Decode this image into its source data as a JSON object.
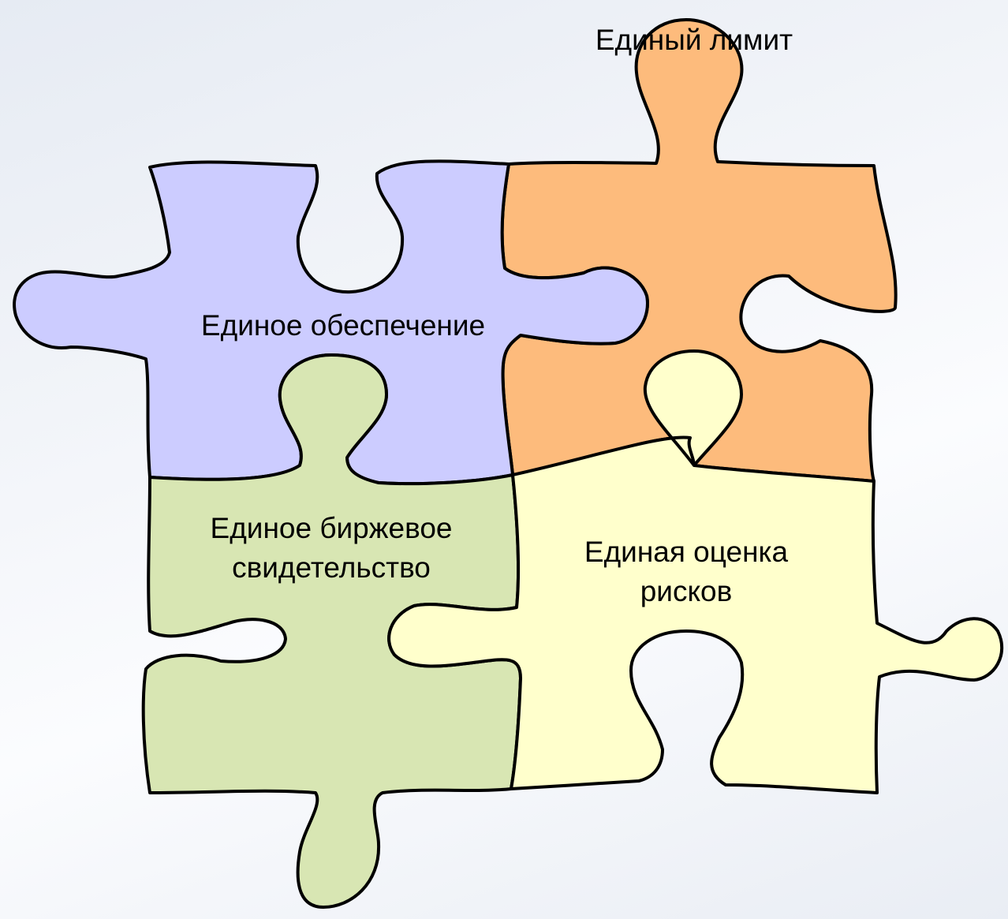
{
  "diagram": {
    "pieces": [
      {
        "id": "limit",
        "label_lines": [
          "Единый лимит"
        ],
        "fill": "#fdbb7c"
      },
      {
        "id": "collateral",
        "label_lines": [
          "Единое обеспечение"
        ],
        "fill": "#ccccff"
      },
      {
        "id": "certificate",
        "label_lines": [
          "Единое биржевое",
          "свидетельство"
        ],
        "fill": "#d8e6b3"
      },
      {
        "id": "risks",
        "label_lines": [
          "Единая оценка",
          "рисков"
        ],
        "fill": "#ffffcc"
      }
    ]
  }
}
